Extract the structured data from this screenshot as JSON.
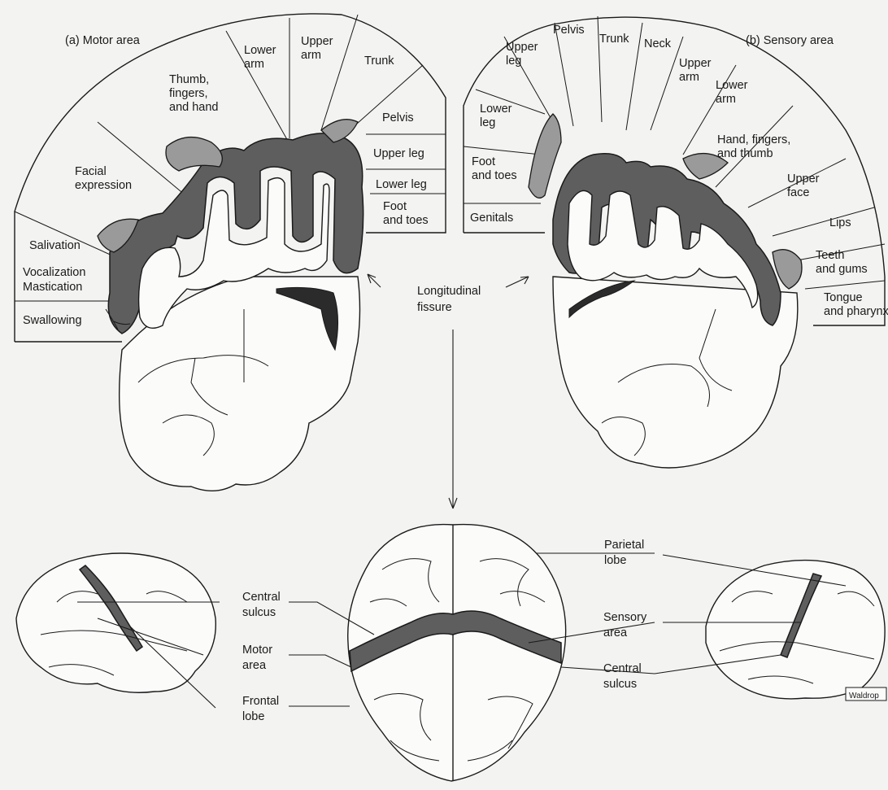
{
  "motor_panel": {
    "title": "(a) Motor area",
    "regions": [
      "Swallowing",
      "Mastication",
      "Vocalization",
      "Salivation",
      "Facial\nexpression",
      "Thumb,\nfingers,\nand hand",
      "Lower\narm",
      "Upper\narm",
      "Trunk",
      "Pelvis",
      "Upper  leg",
      "Lower leg",
      "Foot\nand toes"
    ]
  },
  "sensory_panel": {
    "title": "(b) Sensory area",
    "regions": [
      "Genitals",
      "Foot\nand toes",
      "Lower\nleg",
      "Upper\nleg",
      "Pelvis",
      "Trunk",
      "Neck",
      "Upper\narm",
      "Lower\narm",
      "Hand, fingers,\nand thumb",
      "Upper\nface",
      "Lips",
      "Teeth\nand gums",
      "Tongue\nand pharynx"
    ]
  },
  "center_label": "Longitudinal\nfissure",
  "left_brain_labels": [
    "Central\nsulcus",
    "Motor\narea",
    "Frontal\nlobe"
  ],
  "right_brain_labels": [
    "Parietal\nlobe",
    "Sensory\narea",
    "Central\nsulcus"
  ],
  "artist_stamp": "Waldrop"
}
